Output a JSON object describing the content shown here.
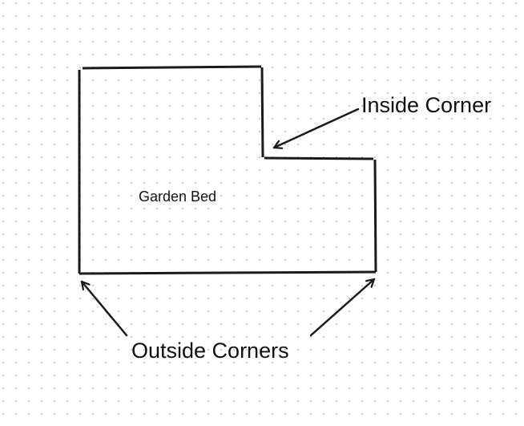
{
  "diagram": {
    "stroke_color": "#1a1a1a",
    "shape_label": "Garden Bed",
    "annotations": {
      "inside_corner": "Inside Corner",
      "outside_corners": "Outside Corners"
    }
  }
}
